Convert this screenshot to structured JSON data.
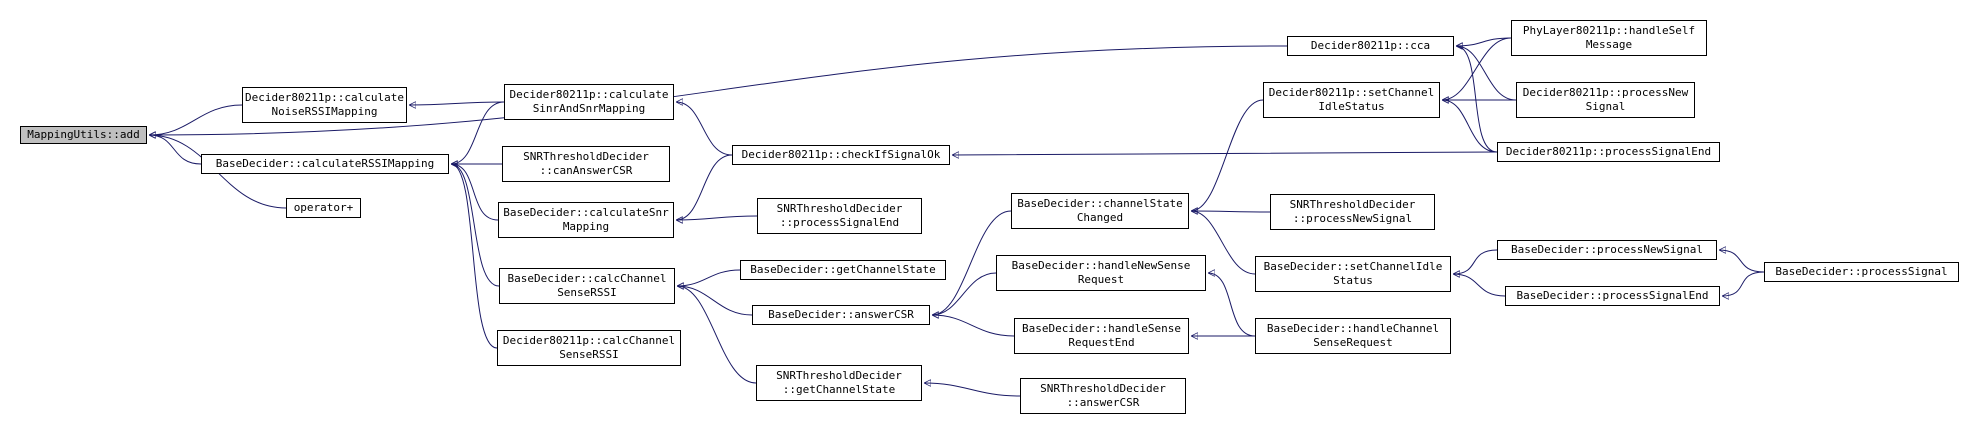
{
  "nodes": [
    {
      "id": "mu_add",
      "lines": [
        "MappingUtils::add"
      ],
      "root": true
    },
    {
      "id": "d_calcNoise",
      "lines": [
        "Decider80211p::calculate",
        "NoiseRSSIMapping"
      ]
    },
    {
      "id": "bd_calcRSSI",
      "lines": [
        "BaseDecider::calculateRSSIMapping"
      ]
    },
    {
      "id": "op_plus",
      "lines": [
        "operator+"
      ]
    },
    {
      "id": "d_calcSinr",
      "lines": [
        "Decider80211p::calculate",
        "SinrAndSnrMapping"
      ]
    },
    {
      "id": "snr_canAnswer",
      "lines": [
        "SNRThresholdDecider",
        "::canAnswerCSR"
      ]
    },
    {
      "id": "bd_calcSnr",
      "lines": [
        "BaseDecider::calculateSnr",
        "Mapping"
      ]
    },
    {
      "id": "bd_calcChSense",
      "lines": [
        "BaseDecider::calcChannel",
        "SenseRSSI"
      ]
    },
    {
      "id": "d_calcChSense",
      "lines": [
        "Decider80211p::calcChannel",
        "SenseRSSI"
      ]
    },
    {
      "id": "d_checkSig",
      "lines": [
        "Decider80211p::checkIfSignalOk"
      ]
    },
    {
      "id": "snr_procEnd",
      "lines": [
        "SNRThresholdDecider",
        "::processSignalEnd"
      ]
    },
    {
      "id": "bd_getCh",
      "lines": [
        "BaseDecider::getChannelState"
      ]
    },
    {
      "id": "bd_answerCSR",
      "lines": [
        "BaseDecider::answerCSR"
      ]
    },
    {
      "id": "snr_getCh",
      "lines": [
        "SNRThresholdDecider",
        "::getChannelState"
      ]
    },
    {
      "id": "bd_chStateChanged",
      "lines": [
        "BaseDecider::channelState",
        "Changed"
      ]
    },
    {
      "id": "bd_handleNew",
      "lines": [
        "BaseDecider::handleNewSense",
        "Request"
      ]
    },
    {
      "id": "bd_handleEnd",
      "lines": [
        "BaseDecider::handleSense",
        "RequestEnd"
      ]
    },
    {
      "id": "snr_answerCSR",
      "lines": [
        "SNRThresholdDecider",
        "::answerCSR"
      ]
    },
    {
      "id": "d_cca",
      "lines": [
        "Decider80211p::cca"
      ]
    },
    {
      "id": "d_setIdle",
      "lines": [
        "Decider80211p::setChannel",
        "IdleStatus"
      ]
    },
    {
      "id": "snr_procNew",
      "lines": [
        "SNRThresholdDecider",
        "::processNewSignal"
      ]
    },
    {
      "id": "bd_setIdle",
      "lines": [
        "BaseDecider::setChannelIdle",
        "Status"
      ]
    },
    {
      "id": "bd_handleCh",
      "lines": [
        "BaseDecider::handleChannel",
        "SenseRequest"
      ]
    },
    {
      "id": "phy_handleSelf",
      "lines": [
        "PhyLayer80211p::handleSelf",
        "Message"
      ]
    },
    {
      "id": "d_procNew",
      "lines": [
        "Decider80211p::processNew",
        "Signal"
      ]
    },
    {
      "id": "d_procEnd",
      "lines": [
        "Decider80211p::processSignalEnd"
      ]
    },
    {
      "id": "bd_procNew",
      "lines": [
        "BaseDecider::processNewSignal"
      ]
    },
    {
      "id": "bd_procEnd",
      "lines": [
        "BaseDecider::processSignalEnd"
      ]
    },
    {
      "id": "bd_procSig",
      "lines": [
        "BaseDecider::processSignal"
      ]
    }
  ],
  "edges": [
    [
      "d_calcNoise",
      "mu_add"
    ],
    [
      "bd_calcRSSI",
      "mu_add"
    ],
    [
      "op_plus",
      "mu_add"
    ],
    [
      "d_cca",
      "mu_add"
    ],
    [
      "d_calcSinr",
      "d_calcNoise"
    ],
    [
      "d_calcSinr",
      "bd_calcRSSI"
    ],
    [
      "snr_canAnswer",
      "bd_calcRSSI"
    ],
    [
      "bd_calcSnr",
      "bd_calcRSSI"
    ],
    [
      "bd_calcChSense",
      "bd_calcRSSI"
    ],
    [
      "d_calcChSense",
      "bd_calcRSSI"
    ],
    [
      "d_checkSig",
      "d_calcSinr"
    ],
    [
      "d_checkSig",
      "bd_calcSnr"
    ],
    [
      "snr_procEnd",
      "bd_calcSnr"
    ],
    [
      "bd_getCh",
      "bd_calcChSense"
    ],
    [
      "bd_answerCSR",
      "bd_calcChSense"
    ],
    [
      "snr_getCh",
      "bd_calcChSense"
    ],
    [
      "bd_chStateChanged",
      "bd_answerCSR"
    ],
    [
      "bd_handleNew",
      "bd_answerCSR"
    ],
    [
      "bd_handleEnd",
      "bd_answerCSR"
    ],
    [
      "snr_answerCSR",
      "snr_getCh"
    ],
    [
      "d_setIdle",
      "bd_chStateChanged"
    ],
    [
      "snr_procNew",
      "bd_chStateChanged"
    ],
    [
      "bd_setIdle",
      "bd_chStateChanged"
    ],
    [
      "bd_handleCh",
      "bd_handleNew"
    ],
    [
      "bd_handleCh",
      "bd_handleEnd"
    ],
    [
      "phy_handleSelf",
      "d_cca"
    ],
    [
      "d_procNew",
      "d_cca"
    ],
    [
      "d_procEnd",
      "d_cca"
    ],
    [
      "phy_handleSelf",
      "d_setIdle"
    ],
    [
      "d_procNew",
      "d_setIdle"
    ],
    [
      "d_procEnd",
      "d_setIdle"
    ],
    [
      "d_procEnd",
      "d_checkSig"
    ],
    [
      "bd_procNew",
      "bd_setIdle"
    ],
    [
      "bd_procEnd",
      "bd_setIdle"
    ],
    [
      "bd_procSig",
      "bd_procNew"
    ],
    [
      "bd_procSig",
      "bd_procEnd"
    ]
  ],
  "colors": {
    "edge": "#1a1a66",
    "root_fill": "#bfbfbf",
    "node_fill": "#ffffff",
    "border": "#000000"
  }
}
